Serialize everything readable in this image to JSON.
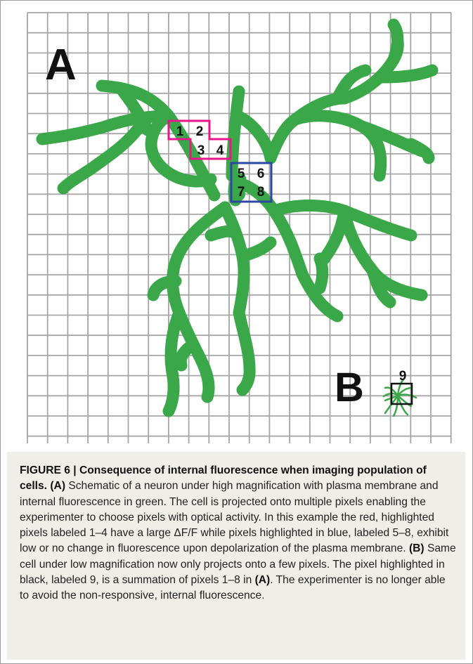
{
  "figure": {
    "panel_labels": {
      "a": "A",
      "b": "B"
    },
    "pixel_labels": [
      "1",
      "2",
      "3",
      "4",
      "5",
      "6",
      "7",
      "8"
    ],
    "summed_pixel_label": "9",
    "colors": {
      "grid": "#a6a6a6",
      "cell": "#3aa849",
      "active_box": "#e8168b",
      "inactive_box": "#2e47a0",
      "summed_box": "#111111",
      "label": "#111111"
    }
  },
  "caption": {
    "figure_number": "FIGURE 6 |",
    "title": "Consequence of internal fluorescence when imaging population of cells.",
    "panel_a_ref": "(A)",
    "panel_a_text": "Schematic of a neuron under high magnification with plasma membrane and internal fluorescence in green. The cell is projected onto multiple pixels enabling the experimenter to choose pixels with optical activity. In this example the red, highlighted pixels labeled 1–4 have a large ΔF/F while pixels highlighted in blue, labeled 5–8, exhibit low or no change in fluorescence upon depolarization of the plasma membrane.",
    "panel_b_ref": "(B)",
    "panel_b_text": "Same cell under low magnification now only projects onto a few pixels. The pixel highlighted in black, labeled 9, is a summation of pixels 1–8 in",
    "panel_b_ref_a": "(A)",
    "panel_b_text_end": ". The experimenter is no longer able to avoid the non-responsive, internal fluorescence."
  }
}
